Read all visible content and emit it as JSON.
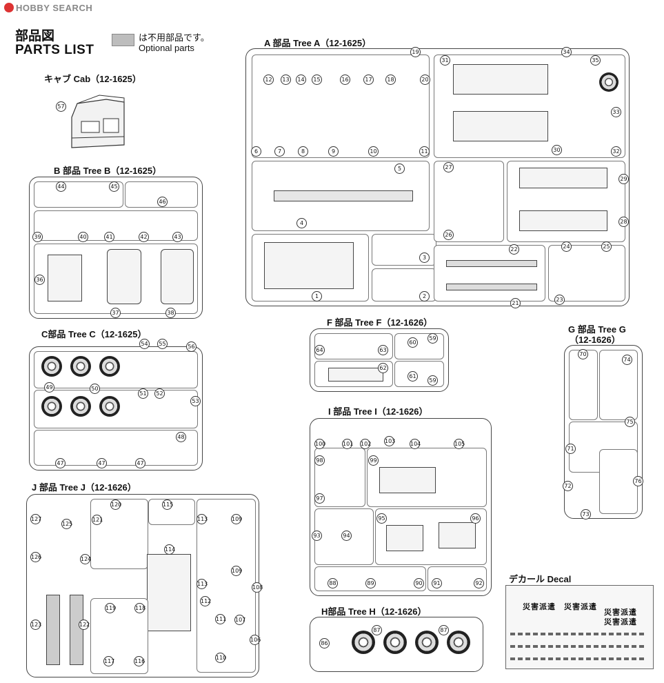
{
  "logo": {
    "text": "HOBBY SEARCH"
  },
  "header": {
    "title_jp": "部品図",
    "title_en": "PARTS LIST"
  },
  "legend": {
    "text_jp": "は不用部品です。",
    "text_en": "Optional parts",
    "color": "#bdbdbd"
  },
  "cab": {
    "label": "キャブ Cab（12-1625）",
    "parts": [
      "57"
    ]
  },
  "tree_a": {
    "label": "A 部品 Tree A（12-1625）",
    "parts": [
      "12",
      "13",
      "14",
      "15",
      "16",
      "17",
      "18",
      "19",
      "20",
      "6",
      "7",
      "8",
      "9",
      "10",
      "11",
      "5",
      "4",
      "3",
      "2",
      "1",
      "31",
      "34",
      "35",
      "30",
      "33",
      "32",
      "27",
      "29",
      "26",
      "28",
      "22",
      "24",
      "25",
      "21",
      "23"
    ]
  },
  "tree_b": {
    "label": "B 部品 Tree B（12-1625）",
    "parts": [
      "44",
      "45",
      "46",
      "39",
      "40",
      "41",
      "42",
      "43",
      "36",
      "37",
      "38"
    ]
  },
  "tree_c": {
    "label": "C部品 Tree C（12-1625）",
    "parts": [
      "54",
      "55",
      "56",
      "49",
      "50",
      "51",
      "52",
      "53",
      "48",
      "47",
      "47",
      "47"
    ]
  },
  "tree_f": {
    "label": "F 部品 Tree F（12-1626）",
    "parts": [
      "64",
      "63",
      "60",
      "59",
      "62",
      "61",
      "59"
    ]
  },
  "tree_g": {
    "label_jp": "G 部品 Tree G",
    "label_code": "（12-1626）",
    "parts": [
      "70",
      "74",
      "75",
      "71",
      "76",
      "72",
      "73"
    ]
  },
  "tree_i": {
    "label": "I 部品 Tree I（12-1626）",
    "parts": [
      "100",
      "101",
      "102",
      "103",
      "104",
      "105",
      "98",
      "99",
      "97",
      "93",
      "94",
      "95",
      "96",
      "88",
      "89",
      "90",
      "91",
      "92"
    ]
  },
  "tree_j": {
    "label": "J 部品 Tree J（12-1626）",
    "parts": [
      "127",
      "125",
      "121",
      "120",
      "115",
      "113",
      "109",
      "126",
      "124",
      "114",
      "113",
      "109",
      "123",
      "122",
      "119",
      "118",
      "112",
      "108",
      "117",
      "116",
      "111",
      "107",
      "106",
      "110"
    ]
  },
  "tree_h": {
    "label": "H部品 Tree H（12-1626）",
    "parts": [
      "86",
      "87",
      "87"
    ]
  },
  "decal": {
    "label": "デカール Decal",
    "text1": "災害派遣",
    "text2": "災害派遣",
    "text3": "災害派遣",
    "text4": "災害派遣"
  }
}
